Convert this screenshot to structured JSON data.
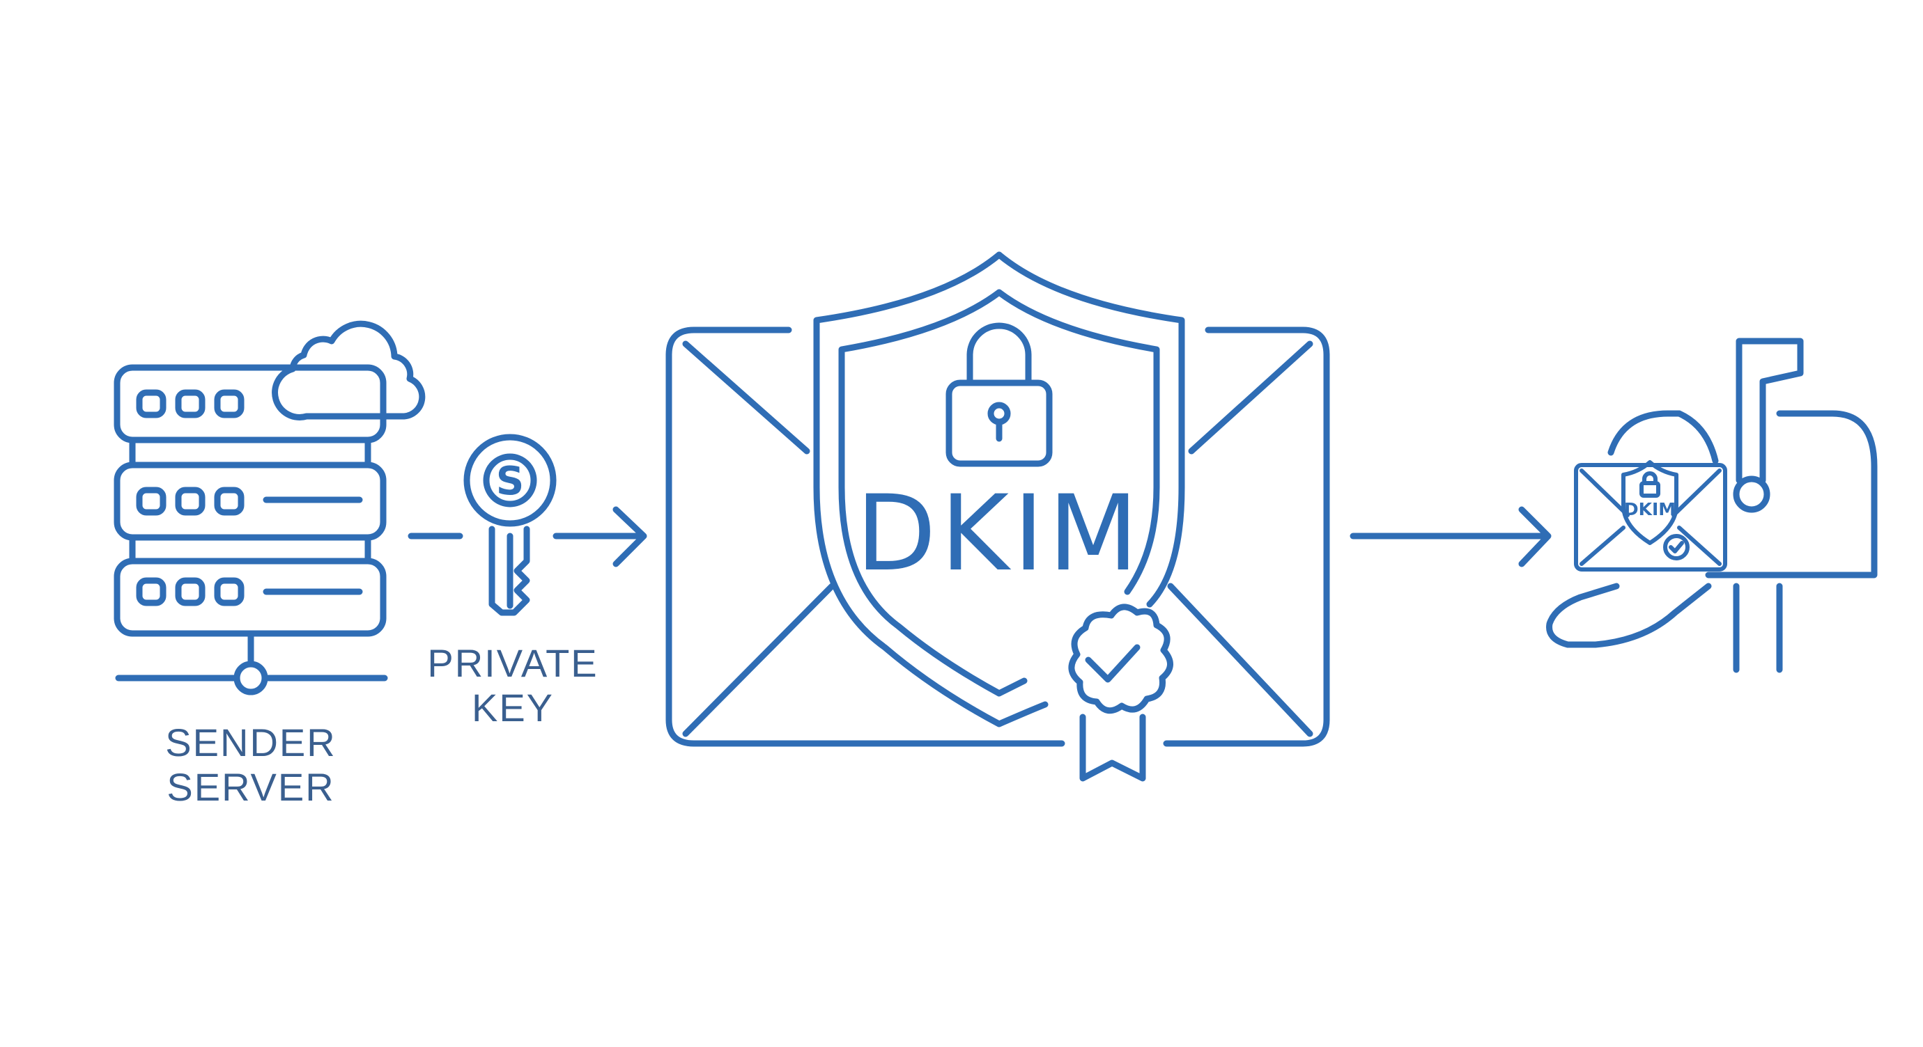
{
  "colors": {
    "accent": "#2f6db5",
    "label": "#3a5f8f",
    "background": "#ffffff"
  },
  "sender": {
    "label_line1": "SENDER",
    "label_line2": "SERVER",
    "icon": "server-rack-cloud-icon"
  },
  "key": {
    "label_line1": "PRIVATE",
    "label_line2": "KEY",
    "icon": "key-icon",
    "glyph": "S"
  },
  "envelope": {
    "badge_text": "DKIM",
    "icon": "shield-lock-envelope-icon"
  },
  "mailbox": {
    "badge_text": "DKIM",
    "icon": "mailbox-icon"
  }
}
